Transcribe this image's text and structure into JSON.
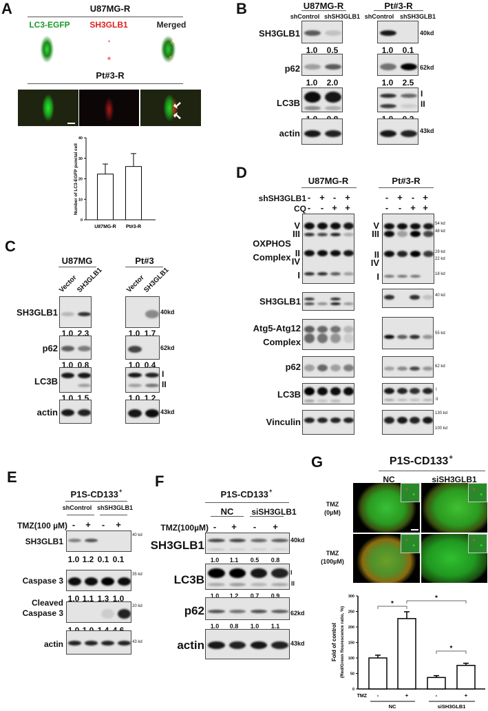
{
  "A": {
    "letter": "A",
    "title1": "U87MG-R",
    "channels": [
      "LC3-EGFP",
      "SH3GLB1",
      "Merged"
    ],
    "channel_colors": [
      "#1a9a2a",
      "#e02020",
      "#222222"
    ],
    "title2": "Pt#3-R"
  },
  "B": {
    "letter": "B",
    "groups": [
      {
        "title": "U87MG-R",
        "lanes": [
          "shControl",
          "shSH3GLB1"
        ]
      },
      {
        "title": "Pt#3-R",
        "lanes": [
          "shControl",
          "shSH3GLB1"
        ]
      }
    ],
    "rows": [
      {
        "label": "SH3GLB1",
        "left": [
          "1.0",
          "0.5"
        ],
        "right": [
          "1.0",
          "0.1"
        ],
        "kd": [
          "40kd"
        ]
      },
      {
        "label": "p62",
        "left": [
          "1.0",
          "2.0"
        ],
        "right": [
          "1.0",
          "2.5"
        ],
        "kd": [
          "62kd"
        ]
      },
      {
        "label": "LC3B",
        "left": [
          "1.0",
          "0.8"
        ],
        "right": [
          "1.0",
          "0.2"
        ],
        "kd": [
          "I",
          "II"
        ]
      },
      {
        "label": "actin",
        "kd": [
          "43kd"
        ]
      }
    ]
  },
  "C": {
    "letter": "C",
    "groups": [
      {
        "title": "U87MG",
        "lanes": [
          "Vector",
          "SH3GLB1"
        ]
      },
      {
        "title": "Pt#3",
        "lanes": [
          "Vector",
          "SH3GLB1"
        ]
      }
    ],
    "rows": [
      {
        "label": "SH3GLB1",
        "left": [
          "1.0",
          "2.3"
        ],
        "right": [
          "1.0",
          "1.7"
        ],
        "kd": [
          "40kd"
        ]
      },
      {
        "label": "p62",
        "left": [
          "1.0",
          "0.8"
        ],
        "right": [
          "1.0",
          "0.4"
        ],
        "kd": [
          "62kd"
        ]
      },
      {
        "label": "LC3B",
        "left": [
          "1.0",
          "1.5"
        ],
        "right": [
          "1.0",
          "1.2"
        ],
        "kd": [
          "I",
          "II"
        ]
      },
      {
        "label": "actin",
        "kd": [
          "43kd"
        ]
      }
    ]
  },
  "D": {
    "letter": "D",
    "groups": [
      "U87MG-R",
      "Pt#3-R"
    ],
    "conditions": [
      {
        "label": "shSH3GLB1",
        "signs": [
          "-",
          "+",
          "-",
          "+"
        ]
      },
      {
        "label": "CQ",
        "signs": [
          "-",
          "-",
          "+",
          "+"
        ]
      }
    ],
    "oxphos_label": [
      "OXPHOS",
      "Complex"
    ],
    "complexes": [
      "V",
      "III",
      "II",
      "IV",
      "I"
    ],
    "oxphos_kd": [
      "54 kd",
      "48 kd",
      "29 kd",
      "22 kd",
      "18 kd"
    ],
    "rows": [
      {
        "label": "SH3GLB1",
        "kd": [
          "40 kd"
        ]
      },
      {
        "label": "Atg5-Atg12",
        "label2": "Complex",
        "kd": [
          "55 kd"
        ]
      },
      {
        "label": "p62",
        "kd": [
          "62 kd"
        ]
      },
      {
        "label": "LC3B",
        "kd": [
          "I",
          "II"
        ]
      },
      {
        "label": "Vinculin",
        "kd": [
          "130 kd",
          "100 kd"
        ]
      }
    ]
  },
  "E": {
    "letter": "E",
    "title": "P1S-CD133",
    "title_sup": "+",
    "groups": [
      "shControl",
      "shSH3GLB1"
    ],
    "treatment": "TMZ(100 µM)",
    "signs": [
      "-",
      "+",
      "-",
      "+"
    ],
    "rows": [
      {
        "label": "SH3GLB1",
        "values": [
          "1.0",
          "1.2",
          "0.1",
          "0.1"
        ],
        "kd": "40 kd"
      },
      {
        "label": "Caspase 3",
        "values": [
          "1.0",
          "1.1",
          "1.3",
          "1.0"
        ],
        "kd": "35 kd"
      },
      {
        "label": "Cleaved",
        "label2": "Caspase 3",
        "values": [
          "1.0",
          "1.0",
          "1.4",
          "4.6"
        ],
        "kd": "20 kd"
      },
      {
        "label": "actin",
        "kd": "43 kd"
      }
    ]
  },
  "F": {
    "letter": "F",
    "title": "P1S-CD133",
    "title_sup": "+",
    "groups": [
      "NC",
      "siSH3GLB1"
    ],
    "treatment": "TMZ(100µM)",
    "signs": [
      "-",
      "+",
      "-",
      "+"
    ],
    "rows": [
      {
        "label": "SH3GLB1",
        "values": [
          "1.0",
          "1.1",
          "0.5",
          "0.8"
        ],
        "kd": [
          "40kd"
        ]
      },
      {
        "label": "LC3B",
        "values": [
          "1.0",
          "1.2",
          "0.7",
          "0.9"
        ],
        "kd": [
          "I",
          "II"
        ]
      },
      {
        "label": "p62",
        "values": [
          "1.0",
          "0.8",
          "1.0",
          "1.1"
        ],
        "kd": [
          "62kd"
        ]
      },
      {
        "label": "actin",
        "kd": [
          "43kd"
        ]
      }
    ]
  },
  "G": {
    "letter": "G",
    "title": "P1S-CD133",
    "title_sup": "+",
    "groups": [
      "NC",
      "siSH3GLB1"
    ],
    "rows": [
      {
        "label": "TMZ",
        "label2": "(0µM)"
      },
      {
        "label": "TMZ",
        "label2": "(100µM)"
      }
    ]
  },
  "chart_data": [
    {
      "panel": "A",
      "type": "bar",
      "categories": [
        "U87MG-R",
        "Pt#3-R"
      ],
      "values": [
        22.3,
        26.0
      ],
      "error": [
        4.9,
        6.3
      ],
      "ylabel": "Number of LC3-EGFP punctal cell",
      "ylim": [
        0,
        40
      ],
      "yticks": [
        "0",
        "10",
        "20",
        "30",
        "40"
      ],
      "grid": false
    },
    {
      "panel": "G",
      "type": "bar",
      "categories": [
        "-",
        "+",
        "-",
        "+"
      ],
      "x_row_label": "TMZ",
      "groups": [
        "NC",
        "siSH3GLB1"
      ],
      "values": [
        100,
        227,
        37,
        76
      ],
      "error": [
        9,
        22,
        6,
        7
      ],
      "ylabel": [
        "Fold of control",
        "(Red/Green flourescence ratio, %)"
      ],
      "ylim": [
        0,
        300
      ],
      "yticks": [
        "0",
        "50",
        "100",
        "150",
        "200",
        "250",
        "300"
      ],
      "significance": [
        {
          "from": 0,
          "to": 1,
          "label": "*"
        },
        {
          "from": 1,
          "to": 3,
          "label": "*"
        },
        {
          "from": 2,
          "to": 3,
          "label": "*"
        }
      ],
      "grid": false
    }
  ]
}
